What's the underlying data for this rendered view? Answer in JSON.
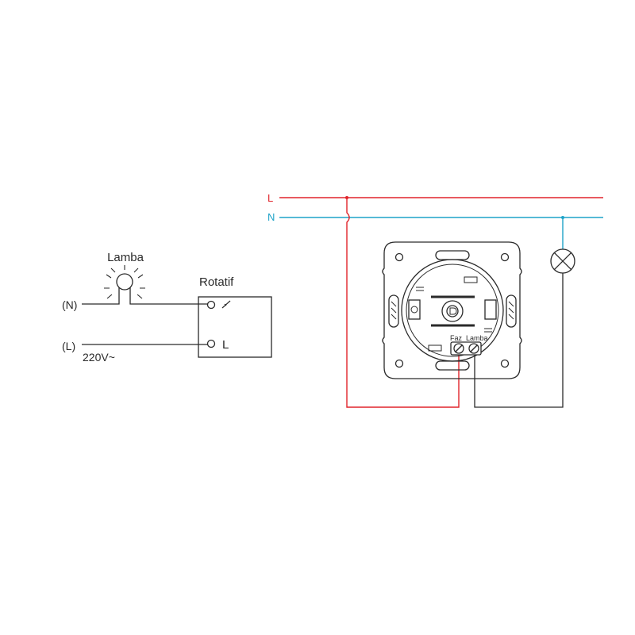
{
  "colors": {
    "line_phase": "#e0242b",
    "line_neutral": "#1fa3c8",
    "ink": "#2a2a2a",
    "background": "#ffffff"
  },
  "schematic": {
    "lamp_label": "Lamba",
    "device_label": "Rotatif",
    "neutral_label": "(N)",
    "live_label": "(L)",
    "voltage_label": "220V~",
    "terminal_l_label": "L"
  },
  "wiring": {
    "bus_l_label": "L",
    "bus_n_label": "N",
    "terminal_phase_label": "Faz",
    "terminal_lamp_label": "Lamba"
  },
  "icons": {
    "lamp_bulb": "lamp-bulb-icon",
    "dimmer_symbol": "dimmer-icon",
    "lamp_cross": "lamp-cross-icon",
    "knob": "rotary-knob-icon"
  }
}
